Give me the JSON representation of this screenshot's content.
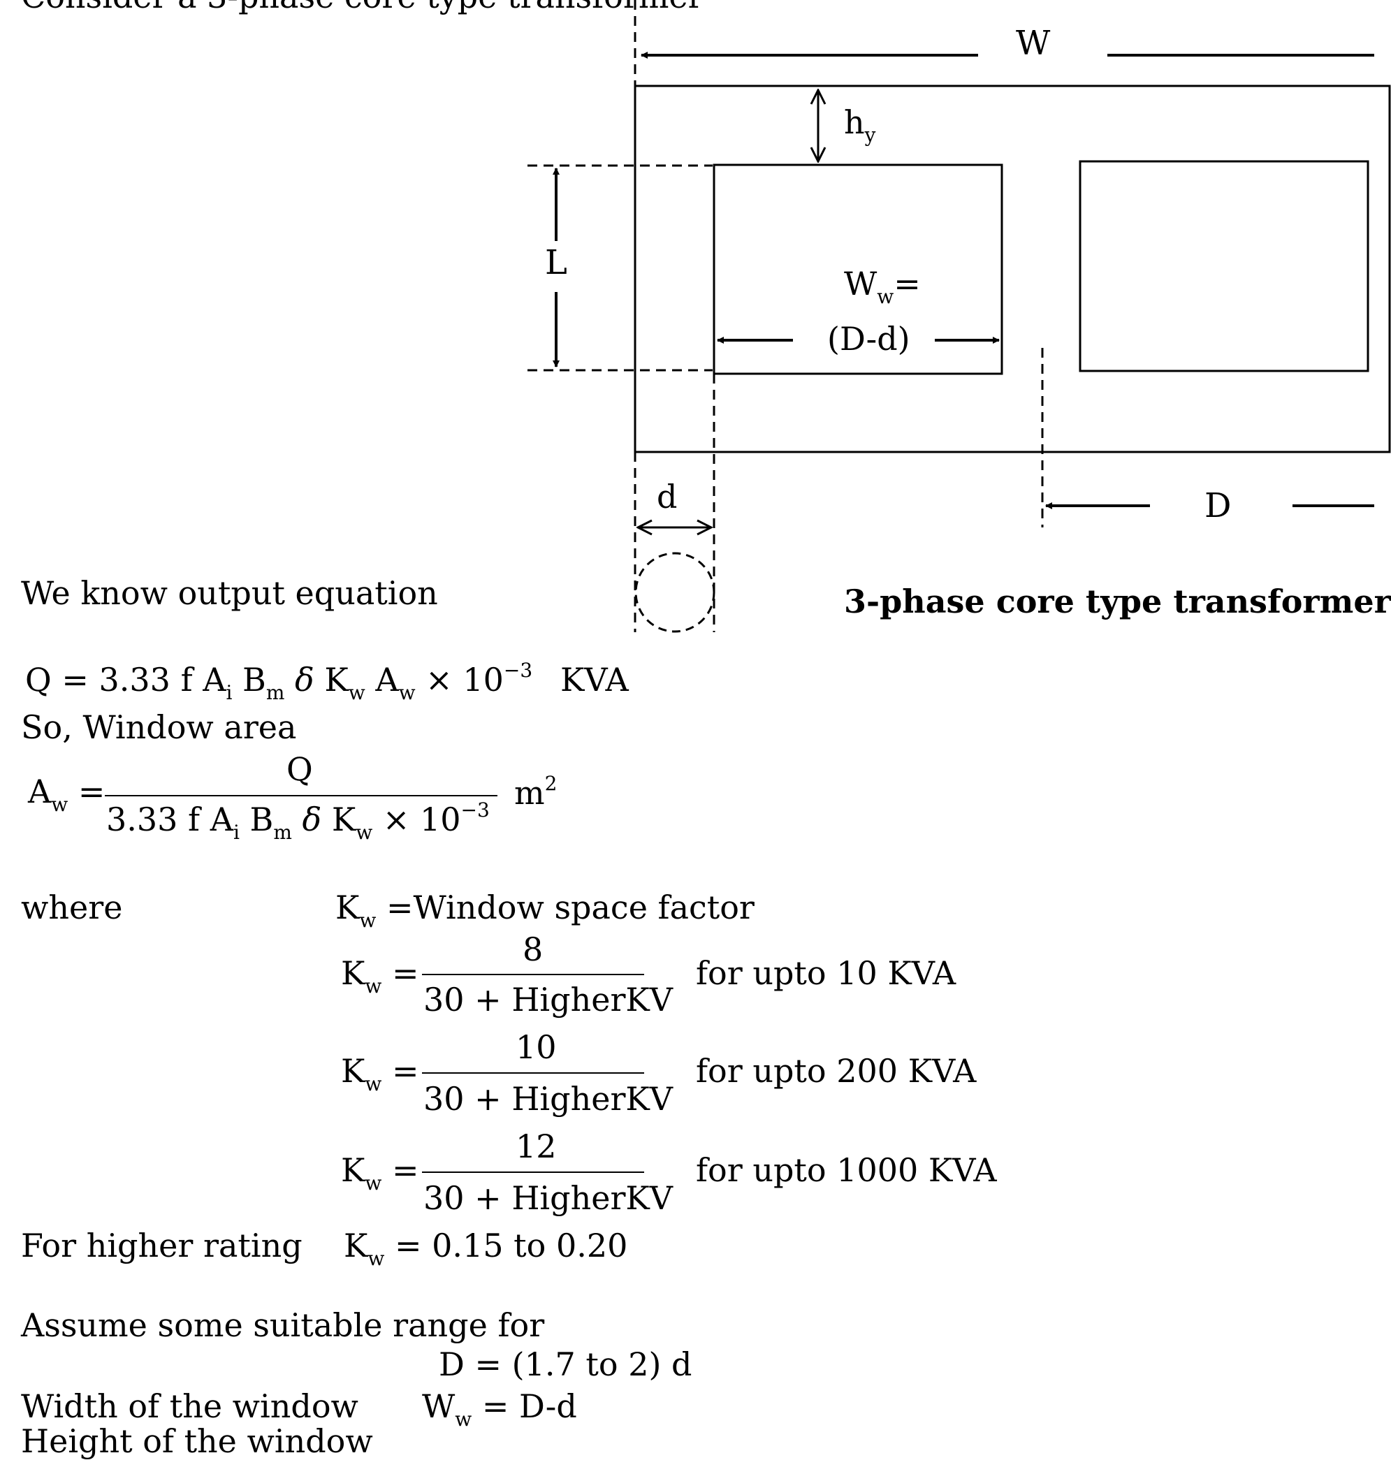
{
  "intro_text": "Consider a 3-phase core type transformer",
  "diagram": {
    "label_W": "W",
    "label_hy_main": "h",
    "label_hy_sub": "y",
    "label_L": "L",
    "label_Ww_main": "W",
    "label_Ww_sub": "w",
    "label_Ww_eq": "=",
    "label_Dd": "(D-d)",
    "label_d": "d",
    "label_D": "D",
    "caption": "3-phase core type transformer"
  },
  "body": {
    "know_output": "We know output equation",
    "output_eq": {
      "lhs": "Q",
      "eq": "=",
      "coef": "3.33",
      "f": "f",
      "A": "A",
      "A_sub": "i",
      "B": "B",
      "B_sub": "m",
      "delta": "δ",
      "K": "K",
      "K_sub": "w",
      "Aw": "A",
      "Aw_sub": "w",
      "times": "× 10",
      "exp": "−3",
      "unit": "KVA"
    },
    "so_window": "So, Window area",
    "aw_eq": {
      "lhs": "A",
      "lhs_sub": "w",
      "eq": "=",
      "num": "Q",
      "den_coef": "3.33",
      "den_f": "f",
      "den_A": "A",
      "den_A_sub": "i",
      "den_B": "B",
      "den_B_sub": "m",
      "den_delta": "δ",
      "den_K": "K",
      "den_K_sub": "w",
      "den_times": "× 10",
      "den_exp": "−3",
      "unit": "m",
      "unit_exp": "2"
    },
    "where": "where",
    "kw_def_K": "K",
    "kw_def_sub": "w",
    "kw_def_text": " =Window space factor",
    "kw_rows": [
      {
        "K": "K",
        "sub": "w",
        "eq": "=",
        "num": "8",
        "den": "30 + HigherKV",
        "note": "for upto 10 KVA"
      },
      {
        "K": "K",
        "sub": "w",
        "eq": "=",
        "num": "10",
        "den": "30 + HigherKV",
        "note": "for upto 200 KVA"
      },
      {
        "K": "K",
        "sub": "w",
        "eq": "=",
        "num": "12",
        "den": "30 + HigherKV",
        "note": "for upto 1000 KVA"
      }
    ],
    "higher_rating": "For higher rating",
    "hr_K": "K",
    "hr_sub": "w",
    "hr_val": " = 0.15 to 0.20",
    "assume": "Assume some suitable range for",
    "d_range": "D = (1.7 to 2) d",
    "width_label": "Width of the window",
    "width_W": "W",
    "width_sub": "w",
    "width_val": " = D-d",
    "height_label": "Height of the window"
  }
}
